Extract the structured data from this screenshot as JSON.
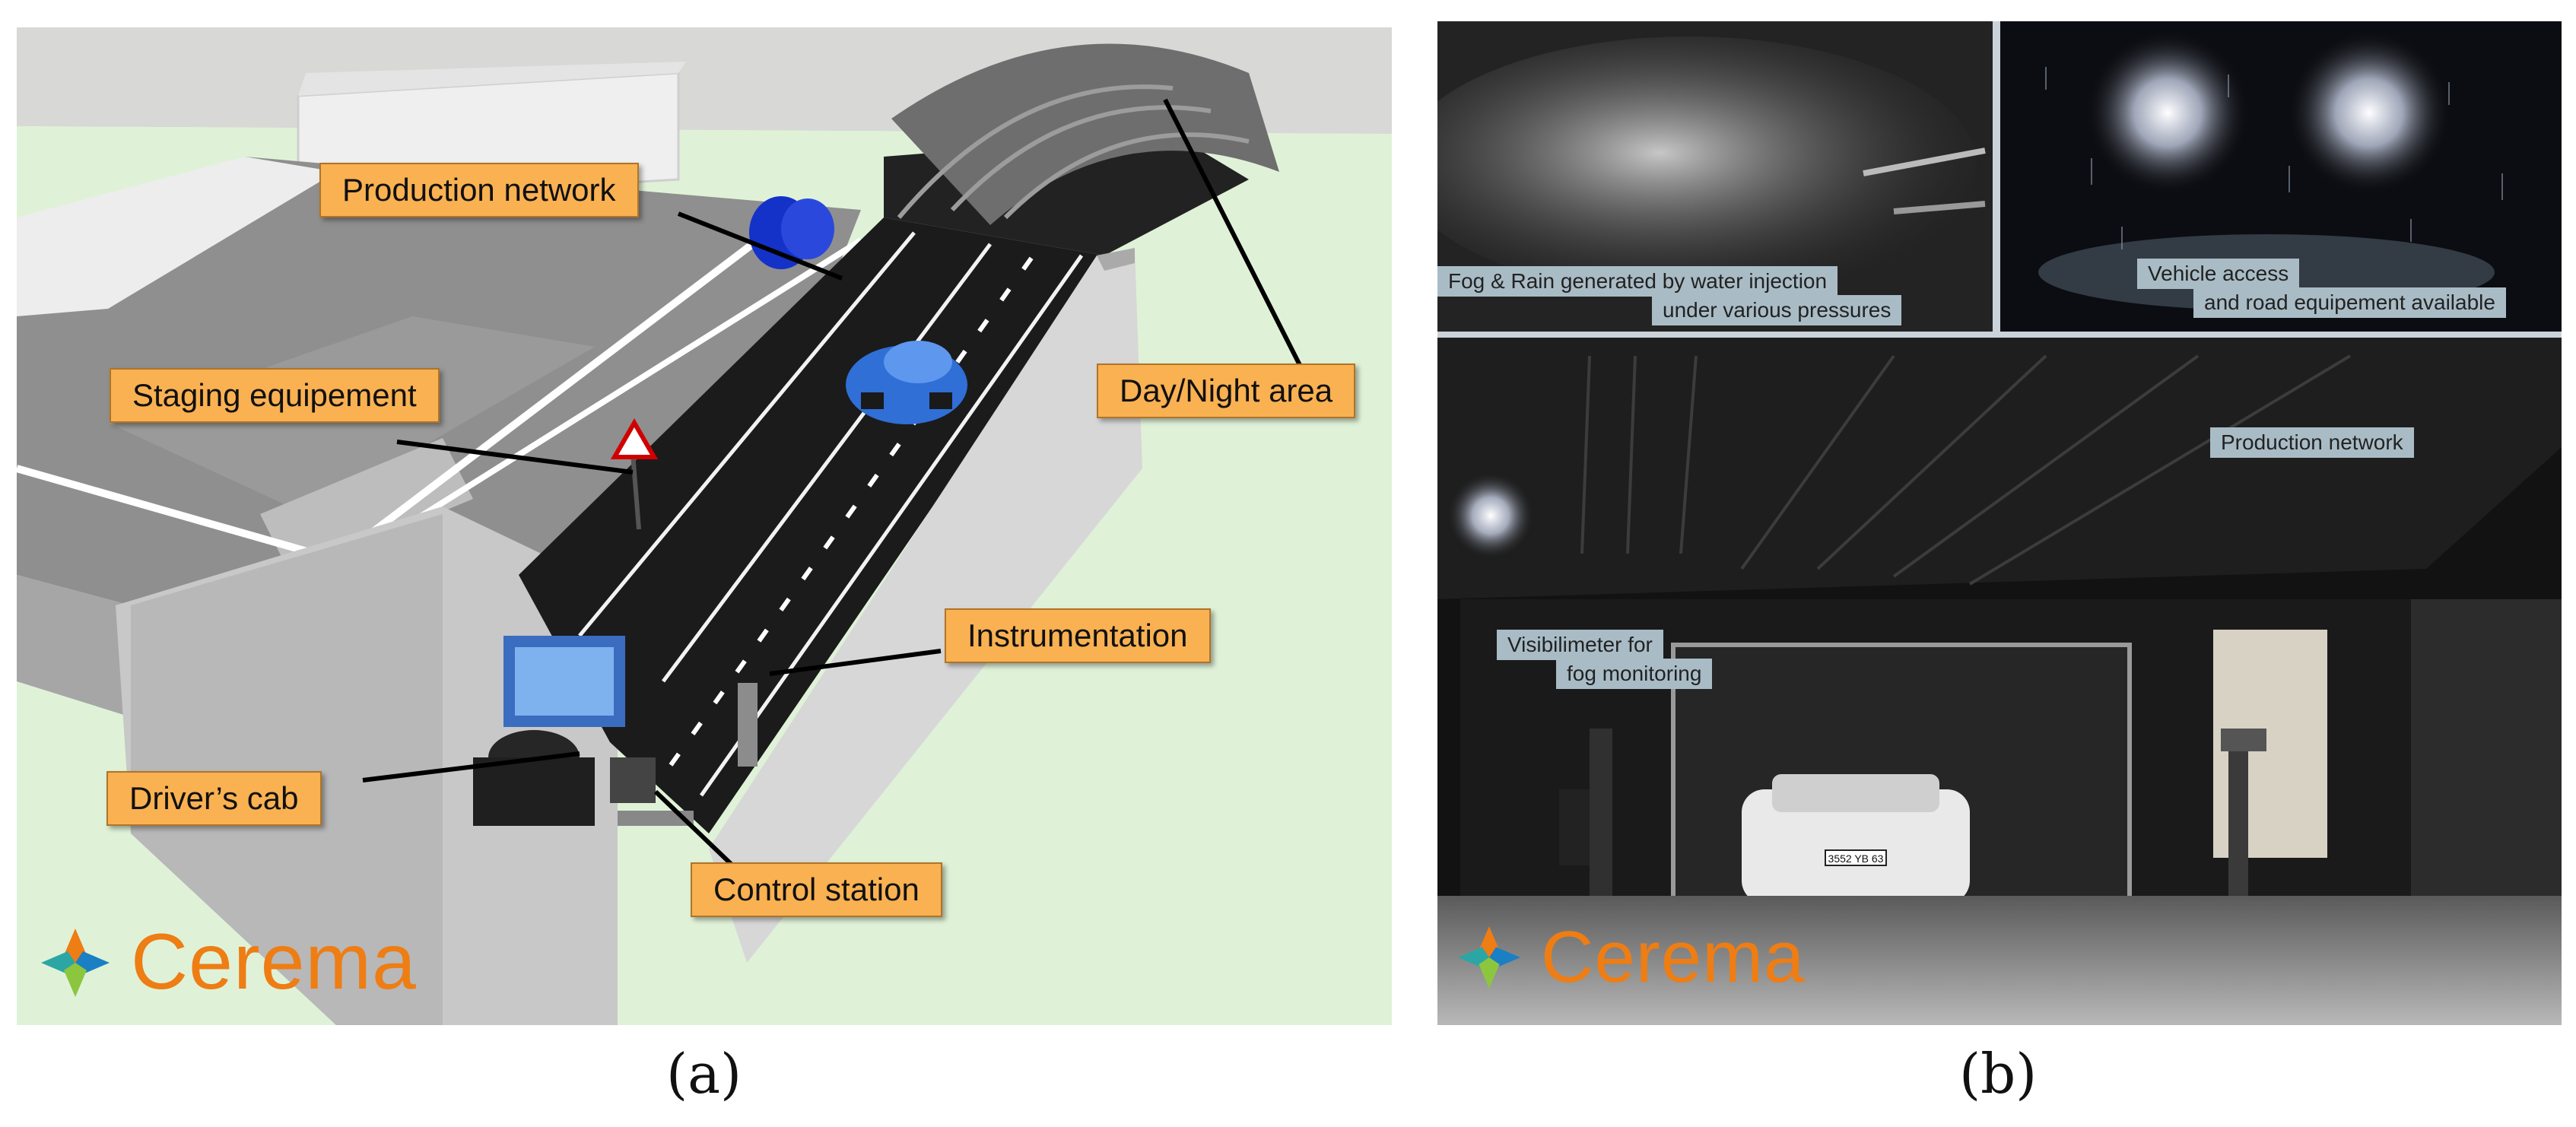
{
  "panel_a": {
    "callouts": {
      "production_network": "Production network",
      "staging_equipement": "Staging equipement",
      "day_night_area": "Day/Night area",
      "instrumentation": "Instrumentation",
      "drivers_cab": "Driver’s cab",
      "control_station": "Control station"
    },
    "logo": "Cerema",
    "caption": "(a)"
  },
  "panel_b": {
    "labels": {
      "fog_rain_line1": "Fog & Rain  generated by water injection",
      "fog_rain_line2": "under various pressures",
      "vehicle_access_line1": "Vehicle  access",
      "vehicle_access_line2": "and road equipement available",
      "production_network": "Production network",
      "visibilimeter_line1": "Visibilimeter  for",
      "visibilimeter_line2": "fog monitoring"
    },
    "plate": "3552 YB 63",
    "logo": "Cerema",
    "caption": "(b)"
  },
  "colors": {
    "callout": "#f9b152",
    "photo_label": "#a9bcc6",
    "logo_orange": "#ee7d14",
    "car_blue": "#2f6fd6",
    "ground": "#dff2d8"
  }
}
